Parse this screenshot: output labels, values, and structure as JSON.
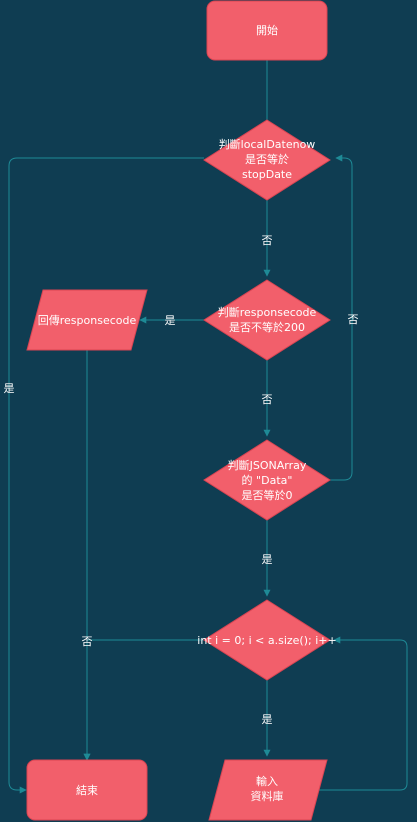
{
  "colors": {
    "background": "#0f3d52",
    "node_fill": "#f25f6b",
    "node_stroke": "#d94452",
    "edge": "#1e8a96",
    "text": "#ffffff"
  },
  "nodes": {
    "start": "開始",
    "check_date": [
      "判斷localDatenow",
      "是否等於",
      "stopDate"
    ],
    "check_code": [
      "判斷responsecode",
      "是否不等於200"
    ],
    "return_code": "回傳responsecode",
    "check_array": [
      "判斷JSONArray",
      "的 \"Data\"",
      "是否等於0"
    ],
    "loop": "int i = 0; i < a.size(); i++",
    "insert_db": [
      "輸入",
      "資料庫"
    ],
    "end": "結束"
  },
  "edge_labels": {
    "date_no": "否",
    "code_yes": "是",
    "code_no": "否",
    "array_no": "否",
    "date_yes": "是",
    "array_yes": "是",
    "loop_no": "否",
    "loop_yes": "是"
  }
}
